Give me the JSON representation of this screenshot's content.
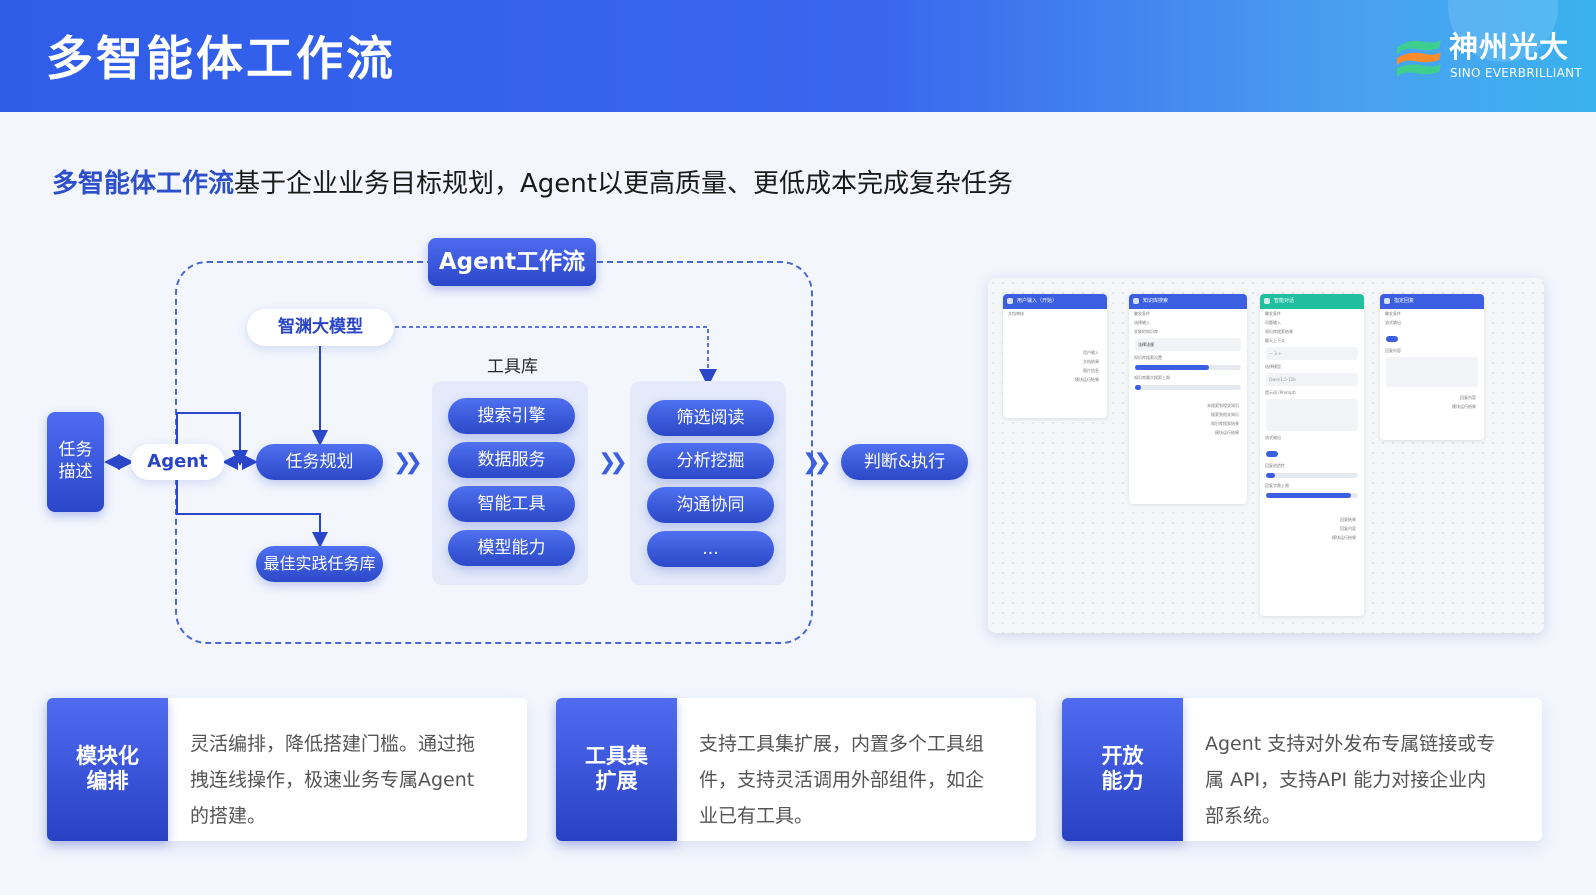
{
  "header": {
    "title": "多智能体工作流",
    "logo_cn": "神州光大",
    "logo_en": "SINO EVERBRILLIANT"
  },
  "subtitle": {
    "highlight": "多智能体工作流",
    "rest": "基于企业业务目标规划，Agent以更高质量、更低成本完成复杂任务"
  },
  "diagram": {
    "badge": "Agent工作流",
    "model": "智渊大模型",
    "task": [
      "任务",
      "描述"
    ],
    "agent": "Agent",
    "planning": "任务规划",
    "best_practice": "最佳实践任务库",
    "tool_library_label": "工具库",
    "tools_left": [
      "搜索引擎",
      "数据服务",
      "智能工具",
      "模型能力"
    ],
    "tools_right": [
      "筛选阅读",
      "分析挖掘",
      "沟通协同",
      "..."
    ],
    "execute": "判断&执行"
  },
  "screenshot": {
    "nodes": [
      {
        "title": "用户输入（开始）",
        "color": "#3b5fe0",
        "rows": [
          "文档审核"
        ],
        "outputs": [
          "用户输入",
          "文档结果",
          "图片信息",
          "模块运行结果"
        ]
      },
      {
        "title": "知识库搜索",
        "color": "#3b5fe0",
        "rows": [
          "触发条件",
          "选择输入",
          "关联的知识库",
          "法律法规",
          "知识库搜索设置",
          "知识库最大搜索上限"
        ],
        "outputs": [
          "未搜索到相关知识",
          "搜索到相关知识",
          "知识库搜索结果",
          "模块运行结果"
        ]
      },
      {
        "title": "智能对话",
        "color": "#1fbf9f",
        "rows": [
          "触发条件",
          "问题输入",
          "知识库搜索结果",
          "聊天上下文",
          "选择模型",
          "Qwen1.5-72b",
          "提示词 (Prompt)",
          "流式输出",
          "回复创造性",
          "回复字数上限"
        ],
        "outputs": [
          "回复结果",
          "回复内容",
          "模块运行结果"
        ]
      },
      {
        "title": "指定回复",
        "color": "#3b5fe0",
        "rows": [
          "触发条件",
          "流式输出",
          "回复内容"
        ],
        "outputs": [
          "回复内容",
          "模块运行结果"
        ]
      }
    ]
  },
  "cards": [
    {
      "tag": [
        "模块化",
        "编排"
      ],
      "lines": [
        "灵活编排，降低搭建门槛。通过拖",
        "拽连线操作，极速业务专属Agent",
        "的搭建。"
      ]
    },
    {
      "tag": [
        "工具集",
        "扩展"
      ],
      "lines": [
        "支持工具集扩展，内置多个工具组",
        "件，支持灵活调用外部组件，如企",
        "业已有工具。"
      ]
    },
    {
      "tag": [
        "开放",
        "能力"
      ],
      "lines": [
        "Agent 支持对外发布专属链接或专",
        "属 API，支持API 能力对接企业内",
        "部系统。"
      ]
    }
  ],
  "colors": {
    "primary": "#2f5de8",
    "accent": "#1fbf9f",
    "text": "#1a1a1a"
  }
}
